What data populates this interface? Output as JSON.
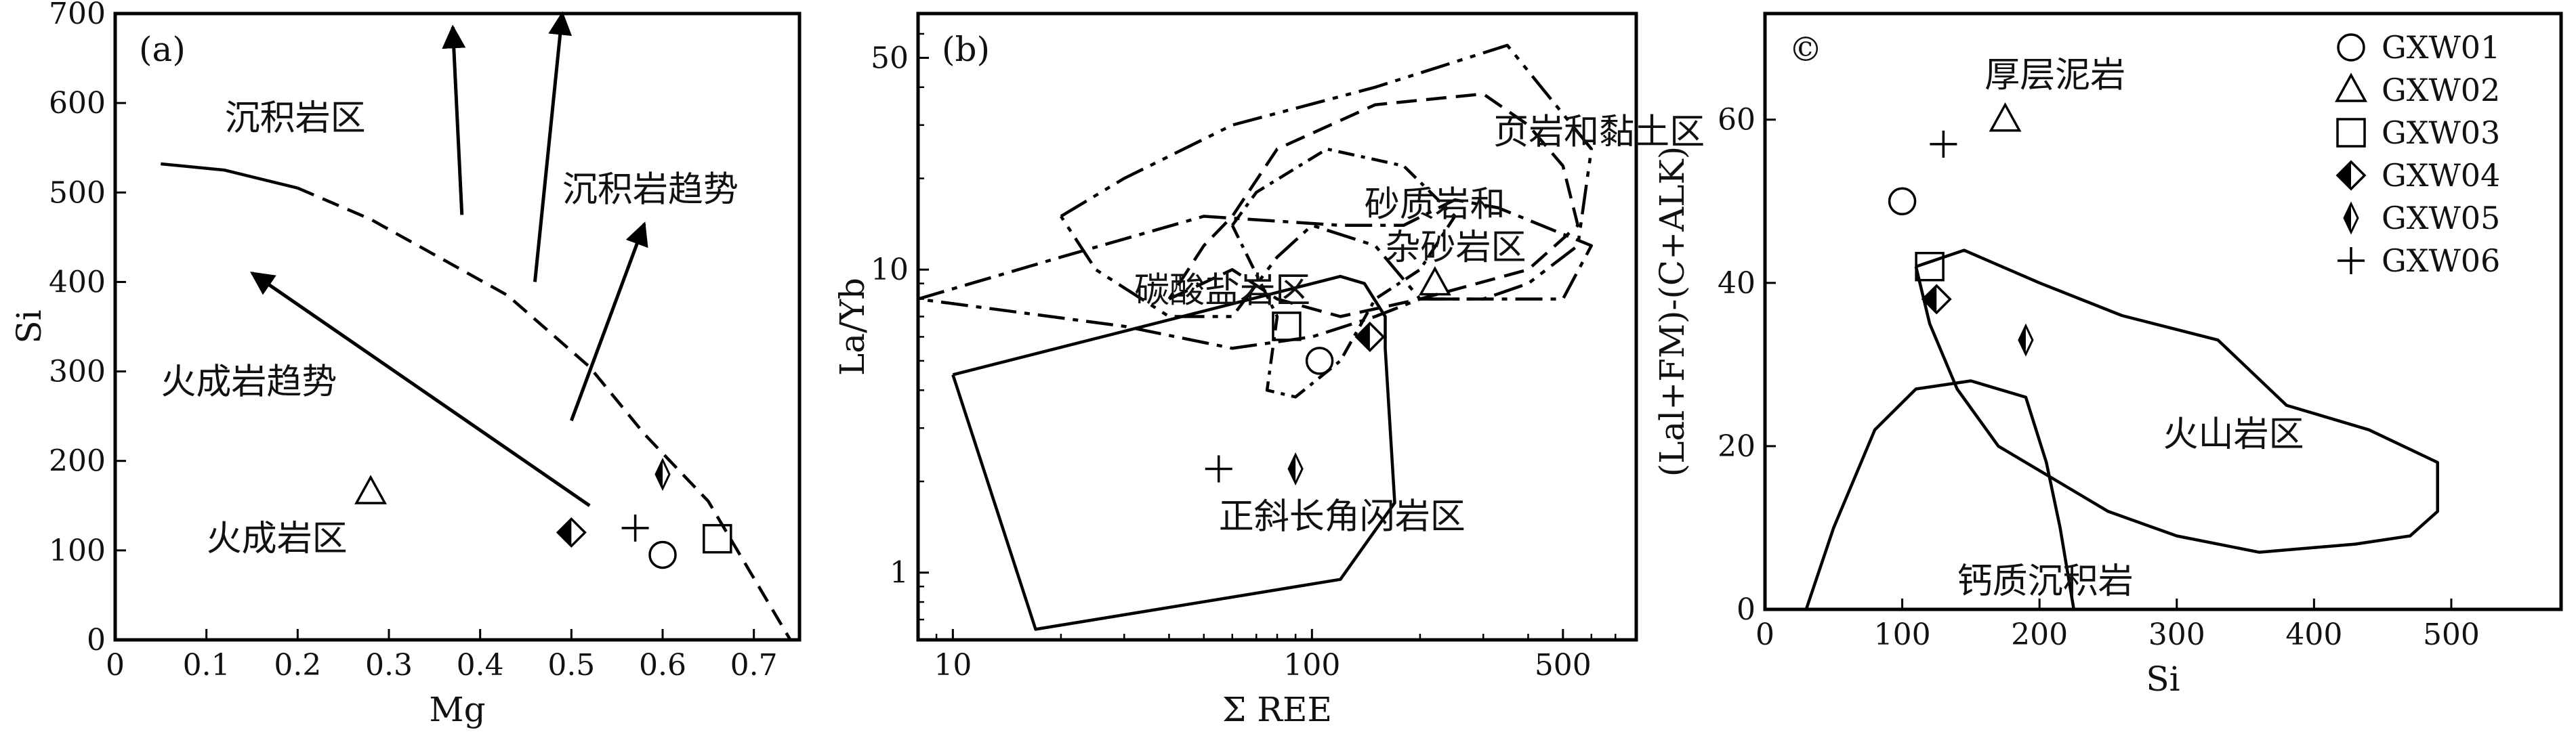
{
  "chart_data": [
    {
      "type": "scatter",
      "panel_label": "(a)",
      "xlabel": "Mg",
      "ylabel": "Si",
      "xlim": [
        0,
        0.75
      ],
      "ylim": [
        0,
        700
      ],
      "xticks": [
        0,
        0.1,
        0.2,
        0.3,
        0.4,
        0.5,
        0.6,
        0.7
      ],
      "xtick_labels": [
        "0",
        "0.1",
        "0.2",
        "0.3",
        "0.4",
        "0.5",
        "0.6",
        "0.7"
      ],
      "yticks": [
        0,
        100,
        200,
        300,
        400,
        500,
        600,
        700
      ],
      "ytick_labels": [
        "0",
        "100",
        "200",
        "300",
        "400",
        "500",
        "600",
        "700"
      ],
      "zone_labels": [
        "沉积岩区",
        "沉积岩趋势",
        "火成岩趋势",
        "火成岩区"
      ],
      "curves": [
        {
          "style": "solid",
          "points": [
            [
              0.05,
              532
            ],
            [
              0.12,
              525
            ],
            [
              0.2,
              505
            ]
          ]
        },
        {
          "style": "dashed",
          "points": [
            [
              0.2,
              505
            ],
            [
              0.28,
              470
            ],
            [
              0.43,
              385
            ],
            [
              0.52,
              305
            ],
            [
              0.58,
              230
            ],
            [
              0.65,
              155
            ],
            [
              0.74,
              0
            ]
          ]
        }
      ],
      "arrows": [
        {
          "from": [
            0.52,
            150
          ],
          "to": [
            0.15,
            410
          ]
        },
        {
          "from": [
            0.38,
            475
          ],
          "to": [
            0.37,
            685
          ]
        },
        {
          "from": [
            0.46,
            400
          ],
          "to": [
            0.49,
            700
          ]
        },
        {
          "from": [
            0.5,
            245
          ],
          "to": [
            0.58,
            465
          ]
        }
      ],
      "series": [
        {
          "name": "GXW01",
          "marker": "circle",
          "x": [
            0.6
          ],
          "y": [
            95
          ]
        },
        {
          "name": "GXW02",
          "marker": "triangle",
          "x": [
            0.28
          ],
          "y": [
            165
          ]
        },
        {
          "name": "GXW03",
          "marker": "square",
          "x": [
            0.66
          ],
          "y": [
            113
          ]
        },
        {
          "name": "GXW04",
          "marker": "diamond-half",
          "x": [
            0.5
          ],
          "y": [
            120
          ]
        },
        {
          "name": "GXW05",
          "marker": "diamond-thin",
          "x": [
            0.6
          ],
          "y": [
            185
          ]
        },
        {
          "name": "GXW06",
          "marker": "plus",
          "x": [
            0.57
          ],
          "y": [
            125
          ]
        }
      ]
    },
    {
      "type": "scatter",
      "panel_label": "(b)",
      "xlabel": "Σ REE",
      "ylabel": "La/Yb",
      "xscale": "log",
      "yscale": "log",
      "xlim": [
        8,
        800
      ],
      "ylim": [
        0.6,
        70
      ],
      "xticks": [
        10,
        100,
        500
      ],
      "xtick_labels": [
        "10",
        "100",
        "500"
      ],
      "yticks": [
        1,
        10,
        50
      ],
      "ytick_labels": [
        "1",
        "10",
        "50"
      ],
      "zone_labels": [
        "页岩和黏土区",
        "砂质岩和",
        "杂砂岩区",
        "碳酸盐岩区",
        "正斜长角闪岩区"
      ],
      "regions": [
        {
          "style": "solid",
          "points": [
            [
              10,
              4.5
            ],
            [
              120,
              9.5
            ],
            [
              140,
              9
            ],
            [
              160,
              7
            ],
            [
              160,
              5.5
            ],
            [
              170,
              1.7
            ],
            [
              120,
              0.95
            ],
            [
              17,
              0.65
            ],
            [
              10,
              4.5
            ]
          ]
        },
        {
          "style": "dashdot",
          "points": [
            [
              8,
              8
            ],
            [
              20,
              11
            ],
            [
              50,
              15
            ],
            [
              120,
              14
            ],
            [
              180,
              14
            ],
            [
              250,
              17
            ],
            [
              330,
              16
            ],
            [
              600,
              12
            ],
            [
              500,
              8
            ],
            [
              250,
              8
            ],
            [
              200,
              8
            ],
            [
              150,
              7
            ],
            [
              100,
              6
            ],
            [
              60,
              5.5
            ],
            [
              30,
              6.5
            ],
            [
              8,
              8
            ]
          ]
        },
        {
          "style": "dashdotdot",
          "points": [
            [
              20,
              15
            ],
            [
              30,
              20
            ],
            [
              60,
              30
            ],
            [
              150,
              40
            ],
            [
              350,
              55
            ],
            [
              600,
              25
            ],
            [
              550,
              12
            ],
            [
              400,
              9
            ],
            [
              300,
              8
            ],
            [
              200,
              8
            ],
            [
              150,
              12
            ],
            [
              100,
              14
            ],
            [
              80,
              11
            ],
            [
              60,
              7
            ],
            [
              40,
              7
            ],
            [
              25,
              10
            ],
            [
              20,
              15
            ]
          ]
        },
        {
          "style": "dash",
          "points": [
            [
              40,
              8
            ],
            [
              60,
              10
            ],
            [
              80,
              8
            ],
            [
              120,
              7
            ],
            [
              200,
              8
            ],
            [
              400,
              10
            ],
            [
              550,
              14
            ],
            [
              500,
              22
            ],
            [
              400,
              30
            ],
            [
              300,
              38
            ],
            [
              150,
              35
            ],
            [
              80,
              25
            ],
            [
              60,
              15
            ],
            [
              50,
              12
            ],
            [
              40,
              8
            ]
          ]
        },
        {
          "style": "dashdot-small",
          "points": [
            [
              60,
              14
            ],
            [
              70,
              18
            ],
            [
              110,
              25
            ],
            [
              180,
              22
            ],
            [
              250,
              15
            ],
            [
              200,
              10
            ],
            [
              150,
              8
            ],
            [
              120,
              5
            ],
            [
              90,
              3.8
            ],
            [
              75,
              4
            ],
            [
              80,
              7
            ],
            [
              60,
              14
            ]
          ]
        }
      ],
      "series": [
        {
          "name": "GXW01",
          "marker": "circle",
          "x": [
            105
          ],
          "y": [
            5
          ]
        },
        {
          "name": "GXW02",
          "marker": "triangle",
          "x": [
            220
          ],
          "y": [
            9
          ]
        },
        {
          "name": "GXW03",
          "marker": "square",
          "x": [
            85
          ],
          "y": [
            6.5
          ]
        },
        {
          "name": "GXW04",
          "marker": "diamond-half",
          "x": [
            145
          ],
          "y": [
            6
          ]
        },
        {
          "name": "GXW05",
          "marker": "diamond-thin",
          "x": [
            90
          ],
          "y": [
            2.2
          ]
        },
        {
          "name": "GXW06",
          "marker": "plus",
          "x": [
            55
          ],
          "y": [
            2.2
          ]
        }
      ]
    },
    {
      "type": "scatter",
      "panel_label": "©",
      "xlabel": "Si",
      "ylabel": "(Lal+FM)-(C+ALK)",
      "xlim": [
        0,
        580
      ],
      "ylim": [
        0,
        73
      ],
      "xticks": [
        0,
        100,
        200,
        300,
        400,
        500
      ],
      "xtick_labels": [
        "0",
        "100",
        "200",
        "300",
        "400",
        "500"
      ],
      "yticks": [
        0,
        20,
        40,
        60
      ],
      "ytick_labels": [
        "0",
        "20",
        "40",
        "60"
      ],
      "zone_labels": [
        "厚层泥岩",
        "火山岩区",
        "钙质沉积岩"
      ],
      "regions": [
        {
          "style": "solid",
          "points": [
            [
              110,
              42
            ],
            [
              145,
              44
            ],
            [
              200,
              40
            ],
            [
              260,
              36
            ],
            [
              330,
              33
            ],
            [
              380,
              25
            ],
            [
              440,
              22
            ],
            [
              490,
              18
            ],
            [
              490,
              12
            ],
            [
              470,
              9
            ],
            [
              430,
              8
            ],
            [
              360,
              7
            ],
            [
              300,
              9
            ],
            [
              250,
              12
            ],
            [
              210,
              16
            ],
            [
              170,
              20
            ],
            [
              140,
              27
            ],
            [
              120,
              35
            ],
            [
              110,
              42
            ]
          ]
        },
        {
          "style": "solid",
          "points": [
            [
              30,
              0
            ],
            [
              50,
              10
            ],
            [
              80,
              22
            ],
            [
              110,
              27
            ],
            [
              150,
              28
            ],
            [
              190,
              26
            ],
            [
              205,
              18
            ],
            [
              215,
              10
            ],
            [
              225,
              0
            ]
          ]
        }
      ],
      "series": [
        {
          "name": "GXW01",
          "marker": "circle",
          "x": [
            100
          ],
          "y": [
            50
          ]
        },
        {
          "name": "GXW02",
          "marker": "triangle",
          "x": [
            175
          ],
          "y": [
            60
          ]
        },
        {
          "name": "GXW03",
          "marker": "square",
          "x": [
            120
          ],
          "y": [
            42
          ]
        },
        {
          "name": "GXW04",
          "marker": "diamond-half",
          "x": [
            125
          ],
          "y": [
            38
          ]
        },
        {
          "name": "GXW05",
          "marker": "diamond-thin",
          "x": [
            190
          ],
          "y": [
            33
          ]
        },
        {
          "name": "GXW06",
          "marker": "plus",
          "x": [
            130
          ],
          "y": [
            57
          ]
        }
      ],
      "legend": {
        "placement": "top-right",
        "entries": [
          {
            "label": "GXW01",
            "marker": "circle"
          },
          {
            "label": "GXW02",
            "marker": "triangle"
          },
          {
            "label": "GXW03",
            "marker": "square"
          },
          {
            "label": "GXW04",
            "marker": "diamond-half"
          },
          {
            "label": "GXW05",
            "marker": "diamond-thin"
          },
          {
            "label": "GXW06",
            "marker": "plus"
          }
        ]
      }
    }
  ]
}
